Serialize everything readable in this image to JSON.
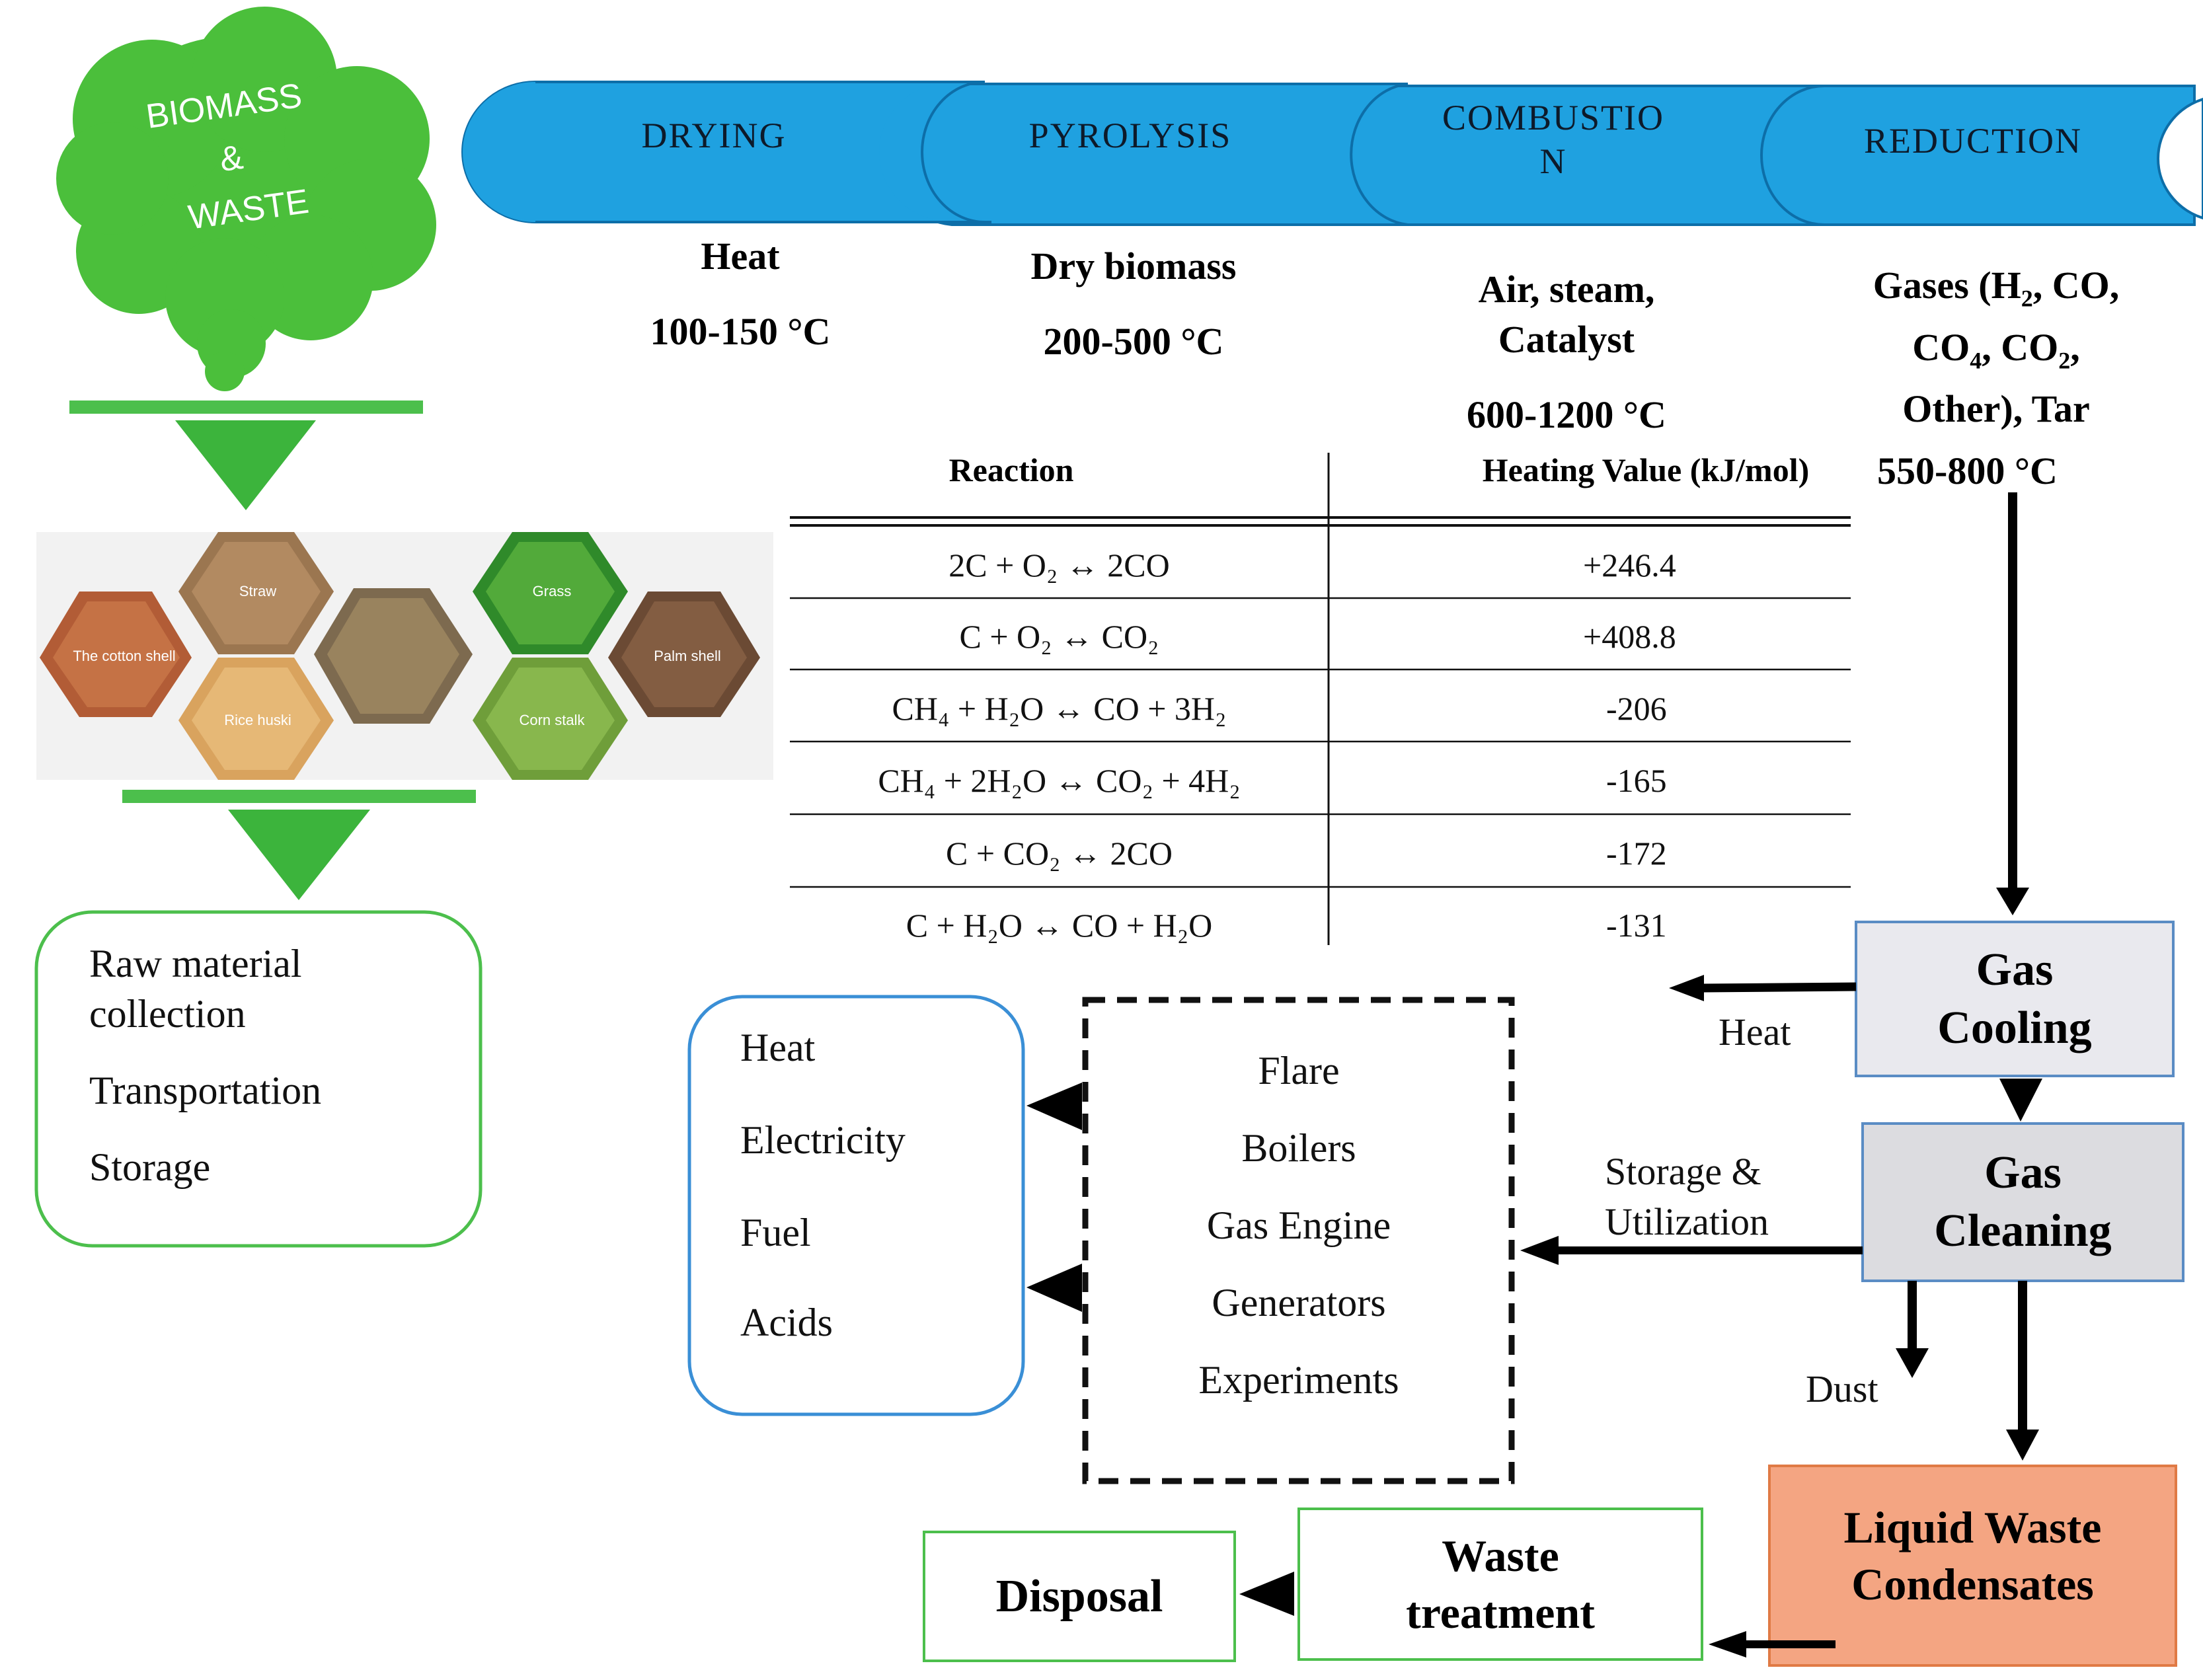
{
  "colors": {
    "stage_blue": "#1fa1e0",
    "stage_edge": "#0d6ea8",
    "cloud_green": "#4bbf3b",
    "funnel_green": "#4cbf4c",
    "box_green": "#4cbf4c",
    "box_blue": "#3a8fd6",
    "gas_box_fill": "#e9e9ee",
    "gas_box_edge": "#5a8cc4",
    "liquid_fill": "#f4a582",
    "liquid_edge": "#e07a45"
  },
  "cloud": {
    "line1": "BIOMASS",
    "line2": "&",
    "line3": "WASTE"
  },
  "stages": [
    {
      "label": "DRYING"
    },
    {
      "label": "PYROLYSIS"
    },
    {
      "label": "COMBUSTIO\nN"
    },
    {
      "label": "REDUCTION"
    }
  ],
  "conditions": {
    "drying": {
      "input": "Heat",
      "temp": "100-150 °C"
    },
    "pyrolysis": {
      "input": "Dry biomass",
      "temp": "200-500 °C"
    },
    "combustion": {
      "input_line1": "Air, steam,",
      "input_line2": "Catalyst",
      "temp": "600-1200 °C"
    },
    "reduction": {
      "line1_a": "Gases (H",
      "line1_sub": "2",
      "line1_b": ", CO,",
      "line2_a": "CO",
      "line2_sub1": "4",
      "line2_b": ", CO",
      "line2_sub2": "2",
      "line2_c": ",",
      "line3": "Other), Tar",
      "temp": "550-800 °C"
    }
  },
  "feedstock_icons": [
    {
      "label": "The cotton shell"
    },
    {
      "label": "Straw"
    },
    {
      "label": "Rice huski"
    },
    {
      "label": "Grass"
    },
    {
      "label": "Corn stalk"
    },
    {
      "label": "Palm shell"
    }
  ],
  "logistics": {
    "line1": "Raw material",
    "line2": "collection",
    "item2": "Transportation",
    "item3": "Storage"
  },
  "reaction_table": {
    "header_reaction": "Reaction",
    "header_value": "Heating Value (kJ/mol)",
    "rows": [
      {
        "reaction": "2C + O₂ ↔ 2CO",
        "value": "+246.4"
      },
      {
        "reaction": "C + O₂ ↔ CO₂",
        "value": "+408.8"
      },
      {
        "reaction": "CH₄ + H₂O ↔ CO + 3H₂",
        "value": "-206"
      },
      {
        "reaction": "CH₄ + 2H₂O ↔ CO₂ + 4H₂",
        "value": "-165"
      },
      {
        "reaction": "C + CO₂ ↔ 2CO",
        "value": "-172"
      },
      {
        "reaction": "C + H₂O ↔ CO + H₂O",
        "value": "-131"
      }
    ]
  },
  "gas_cooling": {
    "line1": "Gas",
    "line2": "Cooling"
  },
  "gas_cleaning": {
    "line1": "Gas",
    "line2": "Cleaning"
  },
  "heat_label": "Heat",
  "storage_label": {
    "line1": "Storage &",
    "line2": "Utilization"
  },
  "dust_label": "Dust",
  "products": [
    "Heat",
    "Electricity",
    "Fuel",
    "Acids"
  ],
  "utilization": [
    "Flare",
    "Boilers",
    "Gas Engine",
    "Generators",
    "Experiments"
  ],
  "liquid_waste": {
    "line1": "Liquid Waste",
    "line2": "Condensates"
  },
  "waste_treatment": {
    "line1": "Waste",
    "line2": "treatment"
  },
  "disposal": "Disposal"
}
